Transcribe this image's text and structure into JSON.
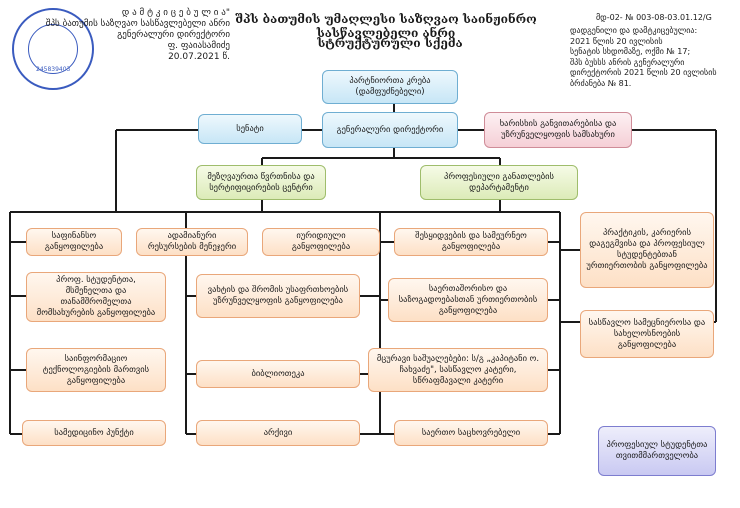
{
  "header": {
    "university_title": "შპს ბათუმის უმაღლესი საზღვაო საინჟინრო სასწავლებელი ანრი",
    "diagram_title": "სტრუქტურული სქემა",
    "doc_code": "მდ-02- № 003-08-03.01.12/G",
    "approval_lines": [
      "დადგენილი და დამტკიცებულია:",
      "2021 წლის 20 ივლისის",
      "სენატის სხდომაზე, ოქმი № 17;",
      "შპს ბუსსს ანრის გენერალური",
      "დირექტორის 2021 წლის 20 ივლისის",
      "ბრძანება № 81."
    ],
    "left_lines": [
      "დ ა მ ტ კ ი ც ე ბ უ ლ ი ა\"",
      "შპს ბათუმის საზღვაო სასწავლებელი ანრი",
      "გენერალური დირექტორი",
      "ფ. ფაიასამიძე",
      "20.07.2021 წ."
    ],
    "stamp_number": "245839403"
  },
  "boxes": {
    "partners": "პარტნიორთა კრება (დამფუძნებელი)",
    "senate": "სენატი",
    "director": "გენერალური დირექტორი",
    "quality": "ხარისხის განვითარებისა და უზრუნველყოფის სამსახური",
    "training_center": "მეზღვაურთა წვრთნისა და სერტიფიცირების ცენტრი",
    "prof_programs": "პროფესიული განათლების დეპარტამენტი",
    "finance": "საფინანსო განყოფილება",
    "hr": "ადამიანური რესურსების მენეჯერი",
    "legal": "იურიდიული განყოფილება",
    "procurement": "შესყიდვების და სამეურნეო განყოფილება",
    "practice": "პრაქტიკის, კარიერის დაგეგმვისა და პროფესიულ სტუდენტებთან ურთიერთობის განყოფილება",
    "strategy": "პროფ. სტუდენტთა, მსმენელთა და თანამშრომელთა მომსახურების განყოფილება",
    "safety": "ვახტის და შრომის უსაფრთხოების უზრუნველყოფის განყოფილება",
    "international": "საერთაშორისო და საზოგადოებასთან ურთიერთობის განყოფილება",
    "inclusive": "სასწავლო სამეცნიეროსა და სახელოსნოების განყოფილება",
    "it": "საინფორმაციო ტექნოლოგიების მართვის განყოფილება",
    "library": "ბიბლიოთეკა",
    "training_vessels": "მცურავი საშუალებები: ს/გ „კაპიტანი ო. ჩახვაძე\", სასწავლო კატერი, სწრაფმავალი კატერი",
    "medical": "სამედიცინო პუნქტი",
    "archive": "არქივი",
    "campus": "საერთო საცხოვრებელი",
    "ethics": "პროფესიულ სტუდენტთა თვითმმართველობა"
  }
}
